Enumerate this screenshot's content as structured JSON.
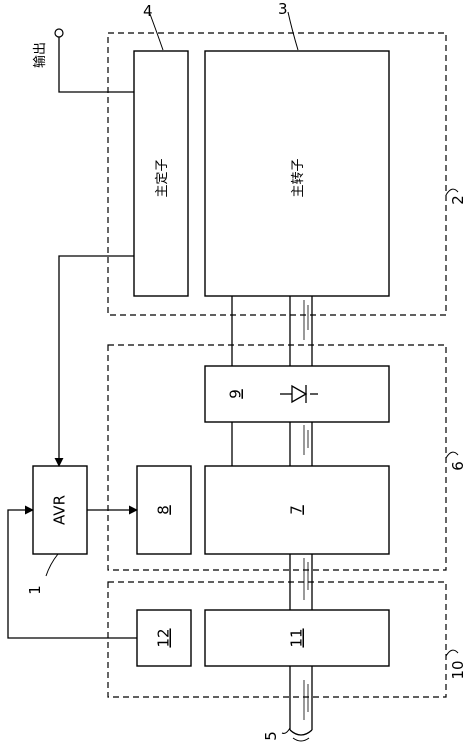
{
  "labels": {
    "output": "输出",
    "main_stator": "主定子",
    "main_rotor": "主转子",
    "avr": "AVR"
  },
  "refs": {
    "r1": "1",
    "r2": "2",
    "r3": "3",
    "r4": "4",
    "r5": "5",
    "r6": "6",
    "r7": "7",
    "r8": "8",
    "r9": "9",
    "r10": "10",
    "r11": "11",
    "r12": "12"
  }
}
